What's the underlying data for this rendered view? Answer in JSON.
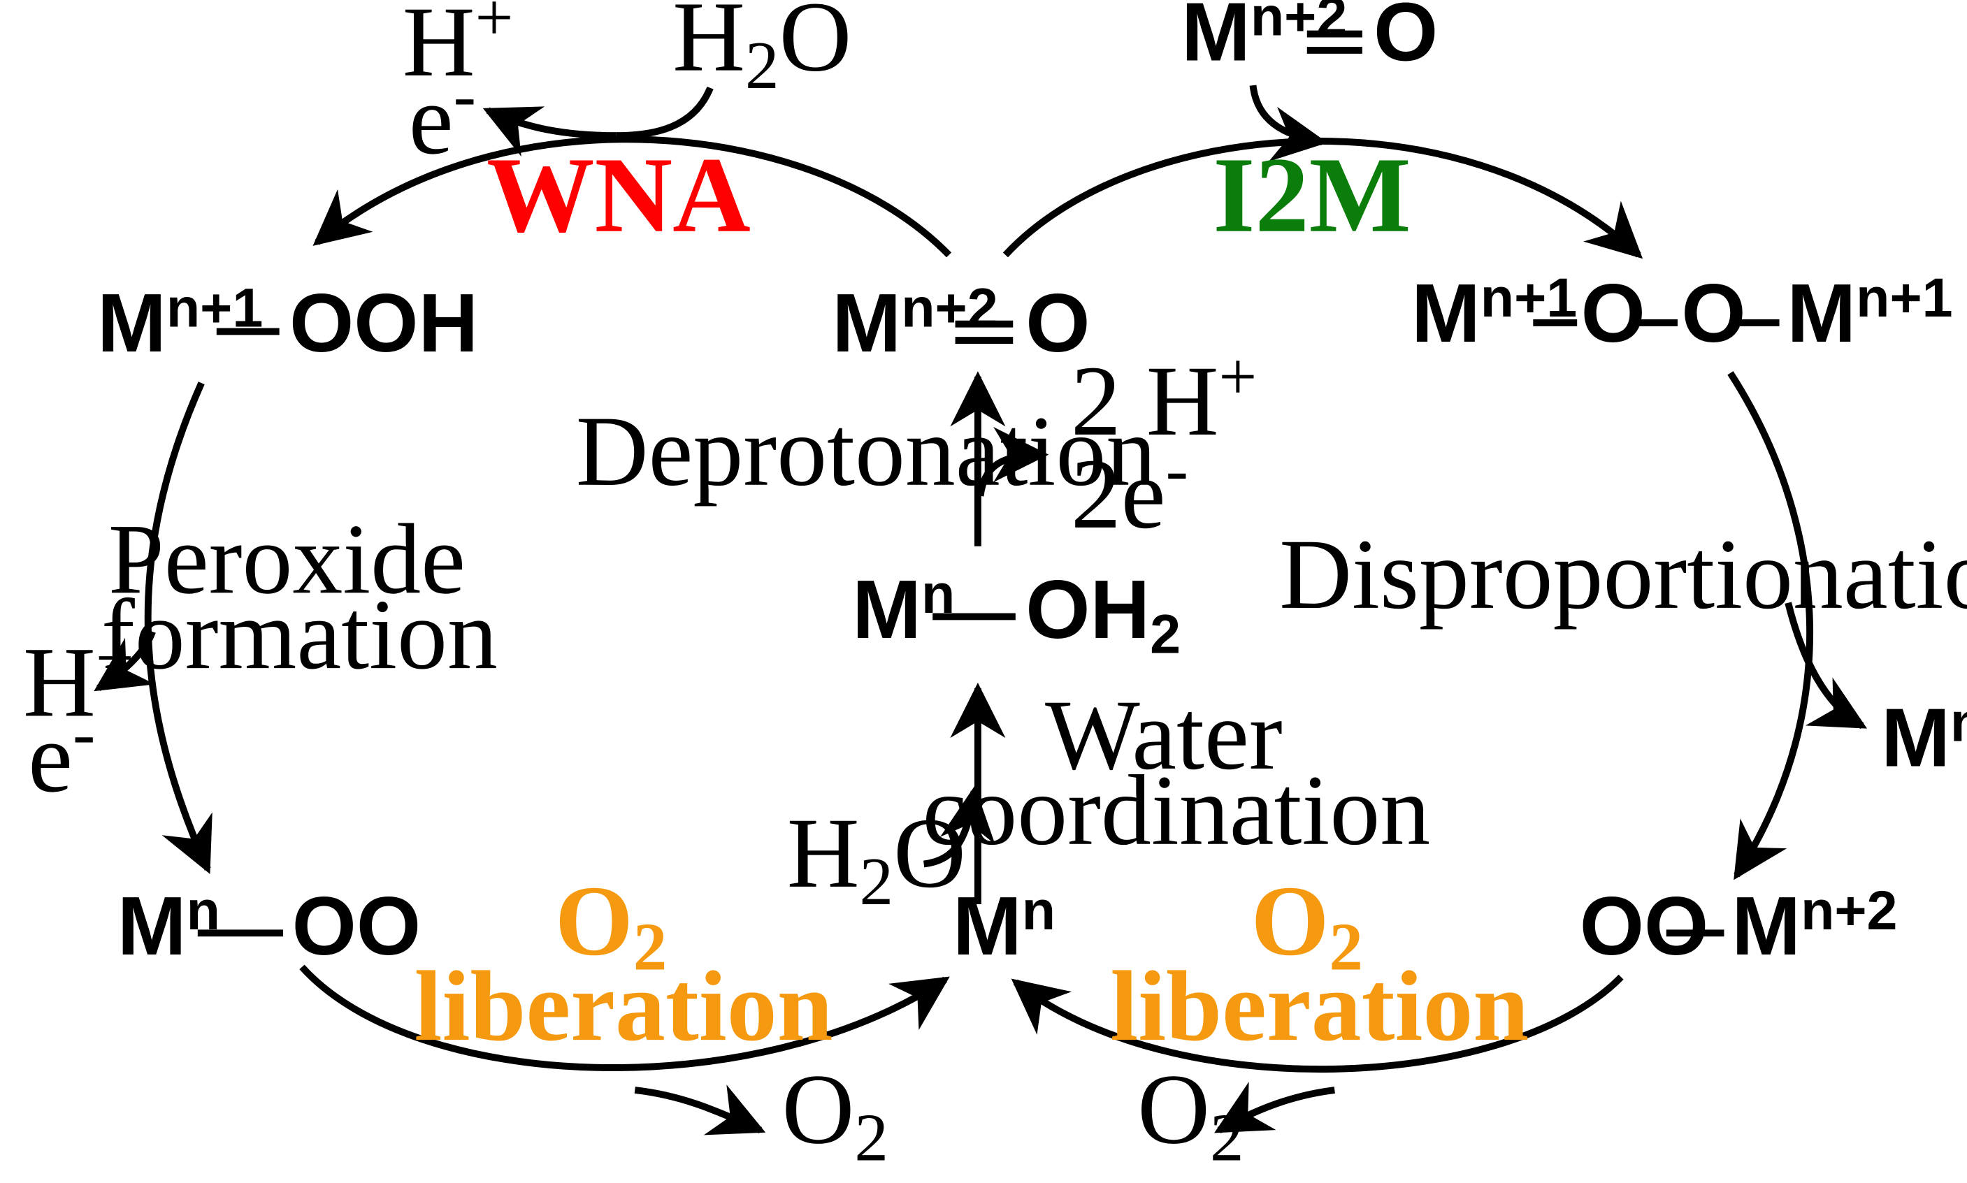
{
  "colors": {
    "wna": "#ff0000",
    "i2m": "#0a7d0a",
    "o2_liberation": "#f59a10",
    "ink": "#000000"
  },
  "pathways": {
    "wna": "WNA",
    "i2m": "I2M"
  },
  "species": {
    "center_oxo": {
      "metal": "M",
      "charge": "n+2",
      "ligand": "O"
    },
    "center_aqua": {
      "metal": "M",
      "charge": "n",
      "ligand": "OH",
      "ligand_sub": "2"
    },
    "center_bare": {
      "metal": "M",
      "charge": "n"
    },
    "hydroperoxo": {
      "metal": "M",
      "charge": "n+1",
      "ligand": "OOH"
    },
    "peroxo_left": {
      "metal": "M",
      "charge": "n",
      "ligand": "OO"
    },
    "bridged": {
      "metal": "M",
      "charge": "n+1",
      "o1": "O",
      "o2": "O",
      "metal2": "M",
      "charge2": "n+1"
    },
    "peroxo_right": {
      "ligand": "OO",
      "metal": "M",
      "charge": "n+2"
    },
    "top_oxo": {
      "metal": "M",
      "charge": "n+2",
      "ligand": "O"
    },
    "right_mn": {
      "metal": "M",
      "charge": "n"
    }
  },
  "steps": {
    "deprotonation": "Deprotonation",
    "peroxide_line1": "Peroxide",
    "peroxide_line2": "formation",
    "disproportionation": "Disproportionation",
    "water_line1": "Water",
    "water_line2": "coordination",
    "o2_main": "O",
    "o2_sub": "2",
    "liberation": "liberation"
  },
  "reagents": {
    "h2o_top": {
      "main": "H",
      "sub": "2",
      "rest": "O"
    },
    "h_top": {
      "main": "H",
      "sup": "+"
    },
    "e_top": {
      "main": "e",
      "sup": "-"
    },
    "h_left": {
      "main": "H",
      "sup": "+"
    },
    "e_left": {
      "main": "e",
      "sup": "-"
    },
    "two_h": {
      "main": "2 H",
      "sup": "+"
    },
    "two_e": {
      "main": "2e",
      "sup": "-"
    },
    "h2o_center": {
      "main": "H",
      "sub": "2",
      "rest": "O"
    },
    "o2_left": {
      "main": "O",
      "sub": "2"
    },
    "o2_right": {
      "main": "O",
      "sub": "2"
    }
  }
}
